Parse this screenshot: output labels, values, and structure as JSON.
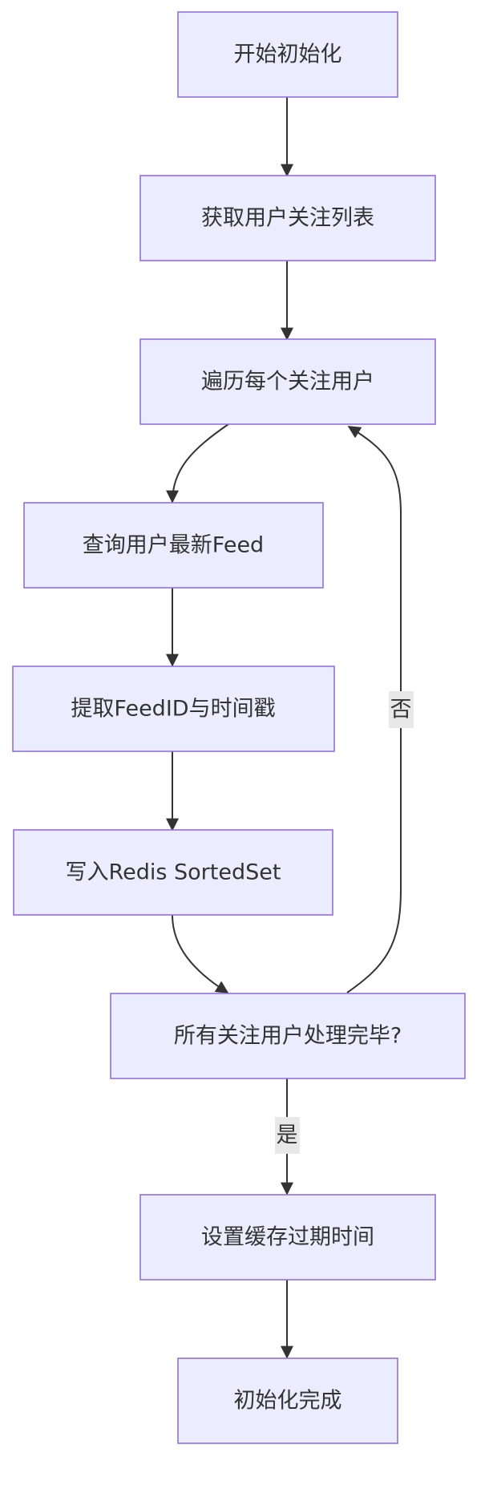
{
  "flowchart": {
    "nodes": {
      "start": "开始初始化",
      "get_follow_list": "获取用户关注列表",
      "iterate_followings": "遍历每个关注用户",
      "query_latest_feed": "查询用户最新Feed",
      "extract_feed_id": "提取FeedID与时间戳",
      "write_redis": "写入Redis SortedSet",
      "all_done_check": "所有关注用户处理完毕?",
      "set_expire": "设置缓存过期时间",
      "finish": "初始化完成"
    },
    "edge_labels": {
      "no": "否",
      "yes": "是"
    }
  },
  "colors": {
    "node_fill": "#ececff",
    "node_stroke": "#9370db",
    "edge": "#333333",
    "edge_label_bg": "#e8e8e8",
    "text": "#333333"
  }
}
